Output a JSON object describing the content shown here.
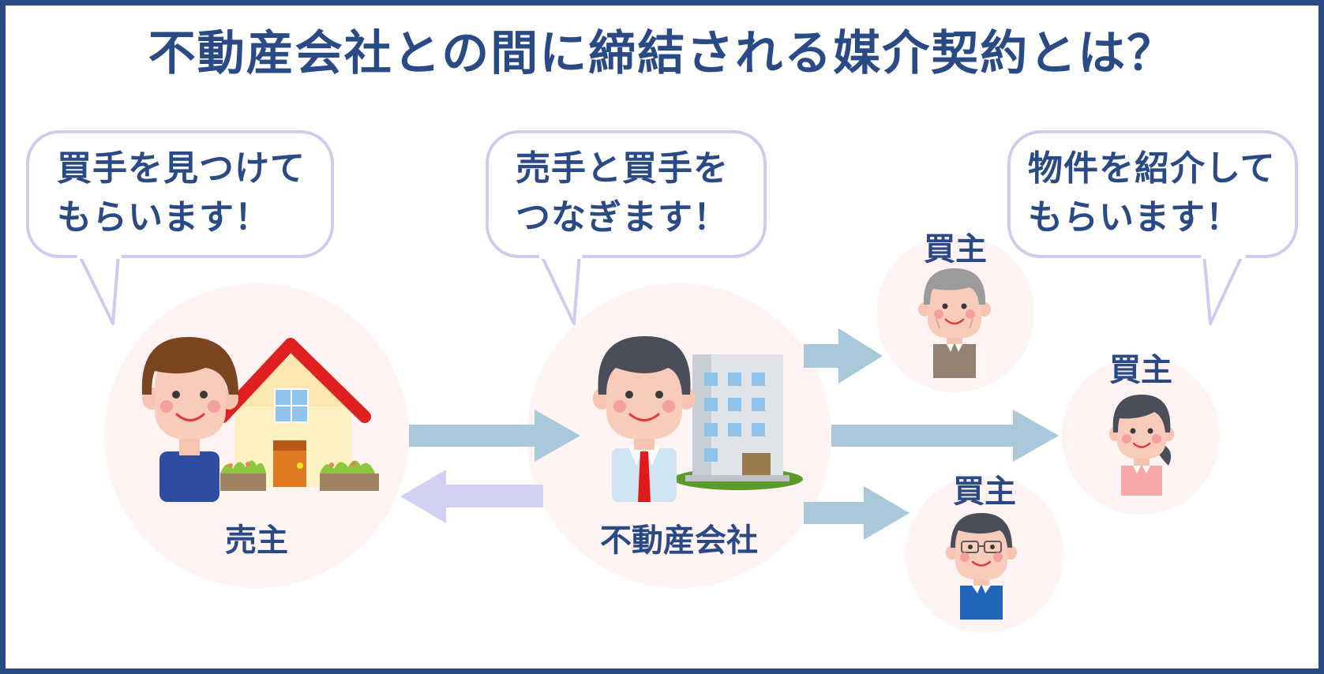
{
  "title": "不動産会社との間に締結される媒介契約とは？",
  "bubbles": {
    "seller": {
      "line1": "買手を見つけて",
      "line2": "もらいます！"
    },
    "agency": {
      "line1": "売手と買手を",
      "line2": "つなぎます！"
    },
    "buyer": {
      "line1": "物件を紹介して",
      "line2": "もらいます！"
    }
  },
  "labels": {
    "seller": "売主",
    "agency": "不動産会社",
    "buyer_top": "買主",
    "buyer_right": "買主",
    "buyer_bottom": "買主"
  },
  "colors": {
    "frame": "#2a4a85",
    "text": "#2a4a85",
    "bubble_border": "#ccccee",
    "circle_bg": "#fff4f3",
    "arrow_blue": "#a9c8d9",
    "arrow_lavender": "#d3d1f3"
  },
  "icons": {
    "seller_person": "man-brown-hair-icon",
    "house": "house-icon",
    "agent_person": "businessman-icon",
    "building": "office-building-icon",
    "buyer_elder": "elderly-man-icon",
    "buyer_woman": "woman-ponytail-icon",
    "buyer_glasses": "man-glasses-icon"
  }
}
